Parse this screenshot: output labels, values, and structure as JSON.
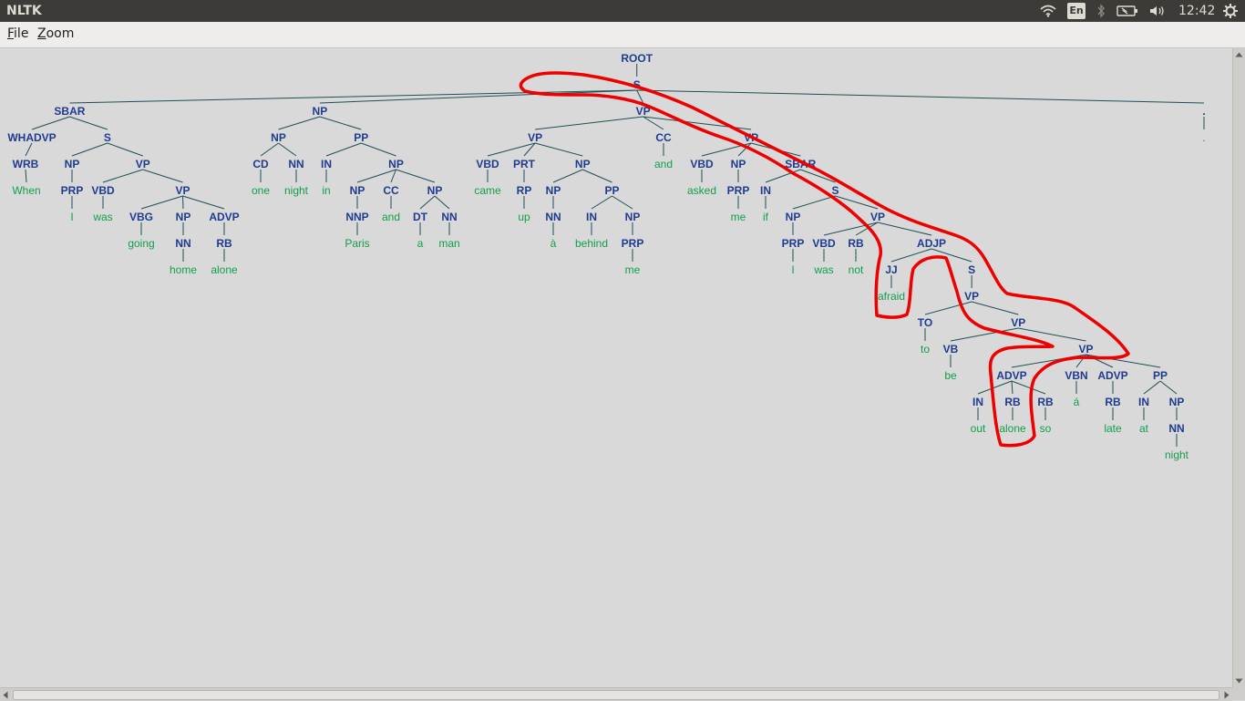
{
  "window": {
    "title": "NLTK"
  },
  "system_tray": {
    "language": "En",
    "time": "12:42",
    "icons": [
      "wifi-icon",
      "bluetooth-icon",
      "battery-icon",
      "volume-icon",
      "settings-gear-icon"
    ]
  },
  "menubar": {
    "file_label": "File",
    "file_mnemonic": "F",
    "file_rest": "ile",
    "zoom_label": "Zoom",
    "zoom_mnemonic": "Z",
    "zoom_rest": "oom"
  },
  "tree": {
    "label": "ROOT",
    "children": [
      {
        "label": "S",
        "children": [
          {
            "label": "SBAR",
            "children": [
              {
                "label": "WHADVP",
                "children": [
                  {
                    "label": "WRB",
                    "children": [
                      {
                        "word": "When"
                      }
                    ]
                  }
                ]
              },
              {
                "label": "S",
                "children": [
                  {
                    "label": "NP",
                    "children": [
                      {
                        "label": "PRP",
                        "children": [
                          {
                            "word": "I"
                          }
                        ]
                      }
                    ]
                  },
                  {
                    "label": "VP",
                    "children": [
                      {
                        "label": "VBD",
                        "children": [
                          {
                            "word": "was"
                          }
                        ]
                      },
                      {
                        "label": "VP",
                        "children": [
                          {
                            "label": "VBG",
                            "children": [
                              {
                                "word": "going"
                              }
                            ]
                          },
                          {
                            "label": "NP",
                            "children": [
                              {
                                "label": "NN",
                                "children": [
                                  {
                                    "word": "home"
                                  }
                                ]
                              }
                            ]
                          },
                          {
                            "label": "ADVP",
                            "children": [
                              {
                                "label": "RB",
                                "children": [
                                  {
                                    "word": "alone"
                                  }
                                ]
                              }
                            ]
                          }
                        ]
                      }
                    ]
                  }
                ]
              }
            ]
          },
          {
            "label": "NP",
            "children": [
              {
                "label": "NP",
                "children": [
                  {
                    "label": "CD",
                    "children": [
                      {
                        "word": "one"
                      }
                    ]
                  },
                  {
                    "label": "NN",
                    "children": [
                      {
                        "word": "night"
                      }
                    ]
                  }
                ]
              },
              {
                "label": "PP",
                "children": [
                  {
                    "label": "IN",
                    "children": [
                      {
                        "word": "in"
                      }
                    ]
                  },
                  {
                    "label": "NP",
                    "children": [
                      {
                        "label": "NP",
                        "children": [
                          {
                            "label": "NNP",
                            "children": [
                              {
                                "word": "Paris"
                              }
                            ]
                          }
                        ]
                      },
                      {
                        "label": "CC",
                        "children": [
                          {
                            "word": "and"
                          }
                        ]
                      },
                      {
                        "label": "NP",
                        "children": [
                          {
                            "label": "DT",
                            "children": [
                              {
                                "word": "a"
                              }
                            ]
                          },
                          {
                            "label": "NN",
                            "children": [
                              {
                                "word": "man"
                              }
                            ]
                          }
                        ]
                      }
                    ]
                  }
                ]
              }
            ]
          },
          {
            "label": "VP",
            "children": [
              {
                "label": "VP",
                "children": [
                  {
                    "label": "VBD",
                    "children": [
                      {
                        "word": "came"
                      }
                    ]
                  },
                  {
                    "label": "PRT",
                    "children": [
                      {
                        "label": "RP",
                        "children": [
                          {
                            "word": "up"
                          }
                        ]
                      }
                    ]
                  },
                  {
                    "label": "NP",
                    "children": [
                      {
                        "label": "NP",
                        "children": [
                          {
                            "label": "NN",
                            "children": [
                              {
                                "word": "à"
                              }
                            ]
                          }
                        ]
                      },
                      {
                        "label": "PP",
                        "children": [
                          {
                            "label": "IN",
                            "children": [
                              {
                                "word": "behind"
                              }
                            ]
                          },
                          {
                            "label": "NP",
                            "children": [
                              {
                                "label": "PRP",
                                "children": [
                                  {
                                    "word": "me"
                                  }
                                ]
                              }
                            ]
                          }
                        ]
                      }
                    ]
                  }
                ]
              },
              {
                "label": "CC",
                "children": [
                  {
                    "word": "and"
                  }
                ]
              },
              {
                "label": "VP",
                "children": [
                  {
                    "label": "VBD",
                    "children": [
                      {
                        "word": "asked"
                      }
                    ]
                  },
                  {
                    "label": "NP",
                    "children": [
                      {
                        "label": "PRP",
                        "children": [
                          {
                            "word": "me"
                          }
                        ]
                      }
                    ]
                  },
                  {
                    "label": "SBAR",
                    "children": [
                      {
                        "label": "IN",
                        "children": [
                          {
                            "word": "if"
                          }
                        ]
                      },
                      {
                        "label": "S",
                        "children": [
                          {
                            "label": "NP",
                            "children": [
                              {
                                "label": "PRP",
                                "children": [
                                  {
                                    "word": "I"
                                  }
                                ]
                              }
                            ]
                          },
                          {
                            "label": "VP",
                            "children": [
                              {
                                "label": "VBD",
                                "children": [
                                  {
                                    "word": "was"
                                  }
                                ]
                              },
                              {
                                "label": "RB",
                                "children": [
                                  {
                                    "word": "not"
                                  }
                                ]
                              },
                              {
                                "label": "ADJP",
                                "children": [
                                  {
                                    "label": "JJ",
                                    "children": [
                                      {
                                        "word": "afraid"
                                      }
                                    ]
                                  },
                                  {
                                    "label": "S",
                                    "children": [
                                      {
                                        "label": "VP",
                                        "children": [
                                          {
                                            "label": "TO",
                                            "children": [
                                              {
                                                "word": "to"
                                              }
                                            ]
                                          },
                                          {
                                            "label": "VP",
                                            "children": [
                                              {
                                                "label": "VB",
                                                "children": [
                                                  {
                                                    "word": "be"
                                                  }
                                                ]
                                              },
                                              {
                                                "label": "VP",
                                                "children": [
                                                  {
                                                    "label": "ADVP",
                                                    "children": [
                                                      {
                                                        "label": "IN",
                                                        "children": [
                                                          {
                                                            "word": "out"
                                                          }
                                                        ]
                                                      },
                                                      {
                                                        "label": "RB",
                                                        "children": [
                                                          {
                                                            "word": "alone"
                                                          }
                                                        ]
                                                      },
                                                      {
                                                        "label": "RB",
                                                        "children": [
                                                          {
                                                            "word": "so"
                                                          }
                                                        ]
                                                      }
                                                    ]
                                                  },
                                                  {
                                                    "label": "VBN",
                                                    "children": [
                                                      {
                                                        "word": "á"
                                                      }
                                                    ]
                                                  },
                                                  {
                                                    "label": "ADVP",
                                                    "children": [
                                                      {
                                                        "label": "RB",
                                                        "children": [
                                                          {
                                                            "word": "late"
                                                          }
                                                        ]
                                                      }
                                                    ]
                                                  },
                                                  {
                                                    "label": "PP",
                                                    "children": [
                                                      {
                                                        "label": "IN",
                                                        "children": [
                                                          {
                                                            "word": "at"
                                                          }
                                                        ]
                                                      },
                                                      {
                                                        "label": "NP",
                                                        "children": [
                                                          {
                                                            "label": "NN",
                                                            "children": [
                                                              {
                                                                "word": "night"
                                                              }
                                                            ]
                                                          }
                                                        ]
                                                      }
                                                    ]
                                                  }
                                                ]
                                              }
                                            ]
                                          }
                                        ]
                                      }
                                    ]
                                  }
                                ]
                              }
                            ]
                          }
                        ]
                      }
                    ]
                  }
                ]
              }
            ]
          },
          {
            "label": ".",
            "children": [
              {
                "word": "."
              }
            ]
          }
        ]
      }
    ]
  },
  "colors": {
    "label": "#1f3b8f",
    "word": "#119f4b",
    "edge": "#1f4f55",
    "annotation": "#ee0000",
    "canvas": "#d9d9d9"
  }
}
